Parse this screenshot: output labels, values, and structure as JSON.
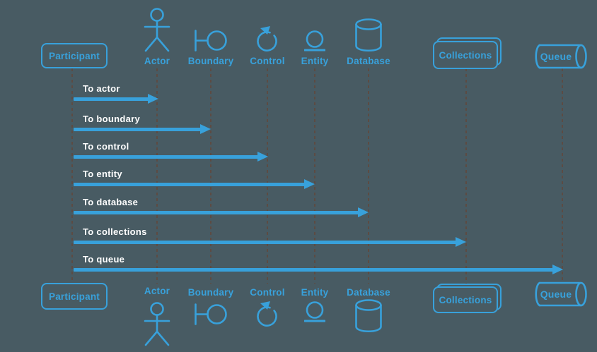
{
  "diagram": {
    "type": "uml-sequence",
    "background_color": "#485b63",
    "accent_color": "#38a1db",
    "lifeline_color": "#5c4b43",
    "message_text_color": "#ffffff"
  },
  "participants": [
    {
      "id": "participant",
      "label": "Participant",
      "shape": "rounded-box"
    },
    {
      "id": "actor",
      "label": "Actor",
      "shape": "actor-stick-figure"
    },
    {
      "id": "boundary",
      "label": "Boundary",
      "shape": "boundary-icon"
    },
    {
      "id": "control",
      "label": "Control",
      "shape": "control-icon"
    },
    {
      "id": "entity",
      "label": "Entity",
      "shape": "entity-icon"
    },
    {
      "id": "database",
      "label": "Database",
      "shape": "database-cylinder"
    },
    {
      "id": "collections",
      "label": "Collections",
      "shape": "stacked-boxes"
    },
    {
      "id": "queue",
      "label": "Queue",
      "shape": "horizontal-cylinder"
    }
  ],
  "messages": [
    {
      "from": "participant",
      "to": "actor",
      "label": "To actor"
    },
    {
      "from": "participant",
      "to": "boundary",
      "label": "To boundary"
    },
    {
      "from": "participant",
      "to": "control",
      "label": "To control"
    },
    {
      "from": "participant",
      "to": "entity",
      "label": "To entity"
    },
    {
      "from": "participant",
      "to": "database",
      "label": "To database"
    },
    {
      "from": "participant",
      "to": "collections",
      "label": "To collections"
    },
    {
      "from": "participant",
      "to": "queue",
      "label": "To queue"
    }
  ]
}
